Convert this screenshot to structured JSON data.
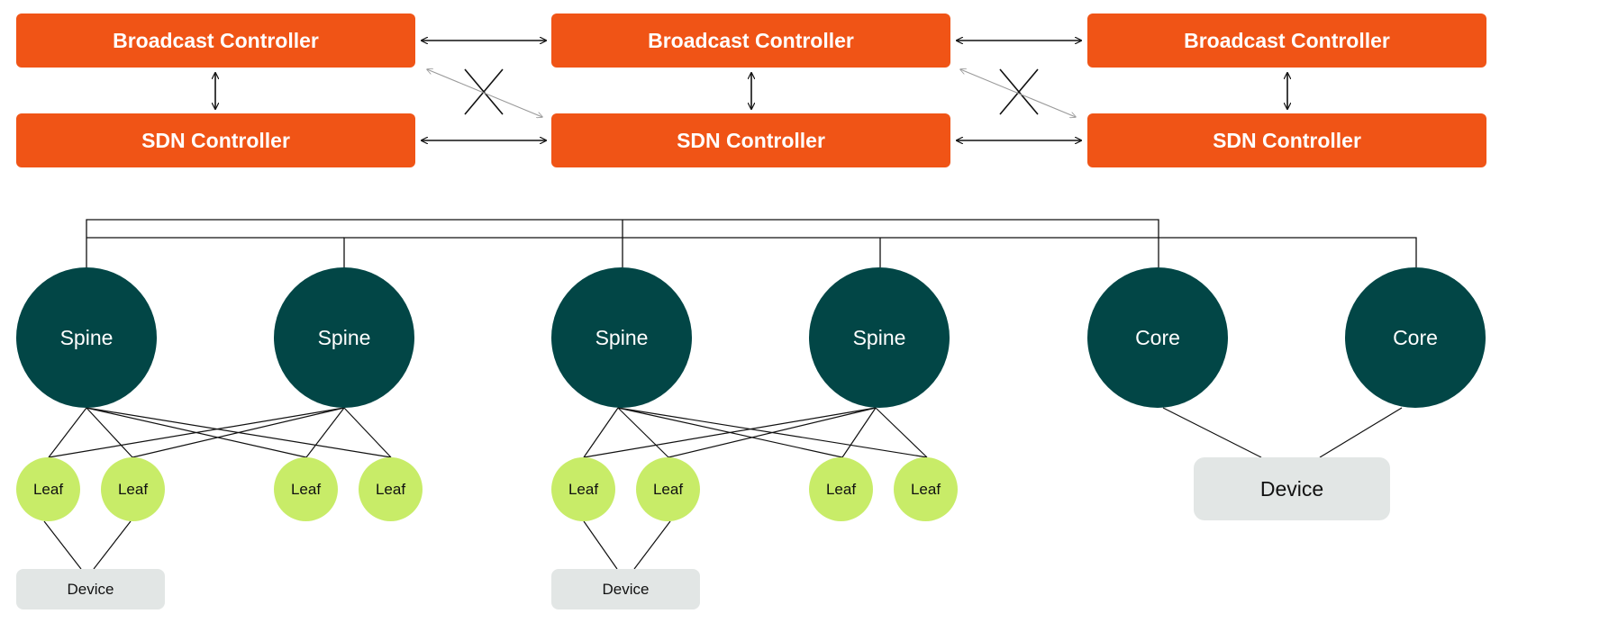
{
  "colors": {
    "controller": "#f05416",
    "controller_text": "#ffffff",
    "spine_core": "#024646",
    "leaf": "#c8ec68",
    "device": "#e2e6e5",
    "line": "#111111",
    "faint_arrow": "#9a9a9a"
  },
  "controllers": {
    "broadcast": [
      "Broadcast Controller",
      "Broadcast Controller",
      "Broadcast Controller"
    ],
    "sdn": [
      "SDN Controller",
      "SDN Controller",
      "SDN Controller"
    ]
  },
  "spine_nodes": [
    "Spine",
    "Spine",
    "Spine",
    "Spine"
  ],
  "core_nodes": [
    "Core",
    "Core"
  ],
  "leaf_nodes": [
    "Leaf",
    "Leaf",
    "Leaf",
    "Leaf",
    "Leaf",
    "Leaf",
    "Leaf",
    "Leaf"
  ],
  "devices": [
    "Device",
    "Device",
    "Device"
  ]
}
